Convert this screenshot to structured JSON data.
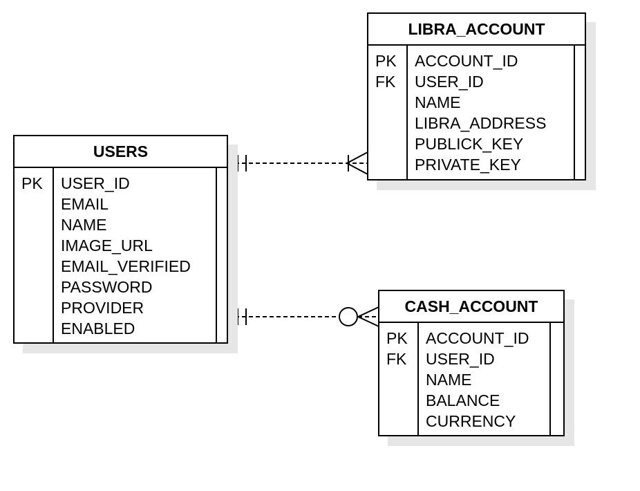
{
  "entities": {
    "users": {
      "title": "USERS",
      "keys": [
        "PK",
        "",
        "",
        "",
        "",
        "",
        "",
        ""
      ],
      "fields": [
        "USER_ID",
        "EMAIL",
        "NAME",
        "IMAGE_URL",
        "EMAIL_VERIFIED",
        "PASSWORD",
        "PROVIDER",
        "ENABLED"
      ]
    },
    "libra_account": {
      "title": "LIBRA_ACCOUNT",
      "keys": [
        "PK",
        "FK",
        "",
        "",
        "",
        ""
      ],
      "fields": [
        "ACCOUNT_ID",
        "USER_ID",
        "NAME",
        "LIBRA_ADDRESS",
        "PUBLICK_KEY",
        "PRIVATE_KEY"
      ]
    },
    "cash_account": {
      "title": "CASH_ACCOUNT",
      "keys": [
        "PK",
        "FK",
        "",
        "",
        ""
      ],
      "fields": [
        "ACCOUNT_ID",
        "USER_ID",
        "NAME",
        "BALANCE",
        "CURRENCY"
      ]
    }
  },
  "relationships": [
    {
      "from": "USERS",
      "to": "LIBRA_ACCOUNT",
      "from_cardinality": "one-and-only-one",
      "to_cardinality": "one-or-many",
      "line_style": "dashed"
    },
    {
      "from": "USERS",
      "to": "CASH_ACCOUNT",
      "from_cardinality": "one-and-only-one",
      "to_cardinality": "zero-or-many",
      "line_style": "dashed"
    }
  ],
  "colors": {
    "stroke": "#000000",
    "shadow": "#e6e6e6",
    "background": "#ffffff"
  }
}
